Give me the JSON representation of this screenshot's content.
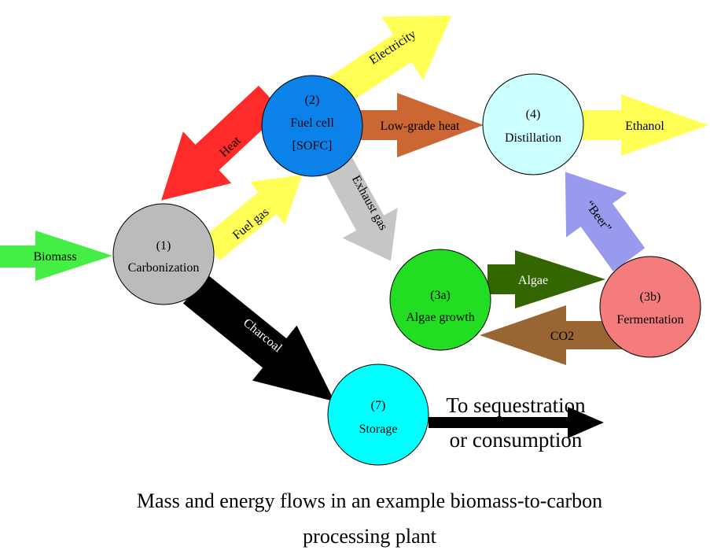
{
  "nodes": {
    "carbonization": {
      "number": "(1)",
      "label": "Carbonization",
      "color": "#bbbbbb"
    },
    "fuel_cell": {
      "number": "(2)",
      "label": "Fuel cell",
      "label2": "[SOFC]",
      "color": "#0a82ea"
    },
    "algae_growth": {
      "number": "(3a)",
      "label": "Algae growth",
      "color": "#22dd22"
    },
    "fermentation": {
      "number": "(3b)",
      "label": "Fermentation",
      "color": "#f47c7c"
    },
    "distillation": {
      "number": "(4)",
      "label": "Distillation",
      "color": "#ccffff"
    },
    "storage": {
      "number": "(7)",
      "label": "Storage",
      "color": "#00ffff"
    }
  },
  "flows": {
    "biomass": {
      "label": "Biomass",
      "color": "#44ee44"
    },
    "fuel_gas": {
      "label": "Fuel gas",
      "color": "#ffff55"
    },
    "heat": {
      "label": "Heat",
      "color": "#ff2a2a"
    },
    "electricity": {
      "label": "Electricity",
      "color": "#ffff55"
    },
    "low_grade_heat": {
      "label": "Low-grade heat",
      "color": "#cc6633"
    },
    "ethanol": {
      "label": "Ethanol",
      "color": "#ffff55"
    },
    "exhaust_gas": {
      "label": "Exhaust gas",
      "color": "#c6c6c6"
    },
    "beer": {
      "label": "“Beer”",
      "color": "#9999ee"
    },
    "algae": {
      "label": "Algae",
      "color": "#336600"
    },
    "co2": {
      "label": "CO2",
      "color": "#996633"
    },
    "charcoal": {
      "label": "Charcoal",
      "color": "#000000"
    },
    "sequestration": {
      "label_line1": "To sequestration",
      "label_line2": "or consumption",
      "color": "#000000"
    }
  },
  "caption": {
    "line1": "Mass and energy flows in an example biomass-to-carbon",
    "line2": "processing plant"
  }
}
